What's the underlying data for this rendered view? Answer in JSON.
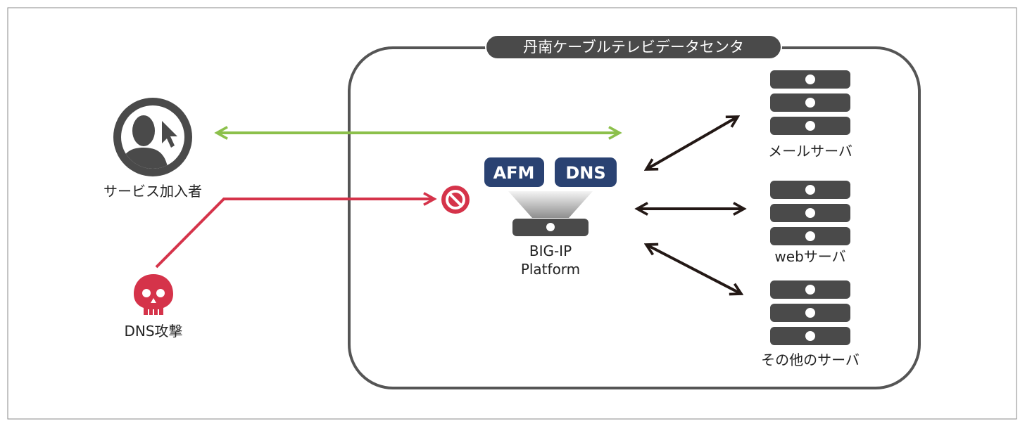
{
  "diagram": {
    "datacenter_title": "丹南ケーブルテレビデータセンタ",
    "subscriber_label": "サービス加入者",
    "attack_label": "DNS攻撃",
    "platform": {
      "badges": [
        "AFM",
        "DNS"
      ],
      "label_line1": "BIG-IP",
      "label_line2": "Platform"
    },
    "servers": [
      {
        "label": "メールサーバ"
      },
      {
        "label": "webサーバ"
      },
      {
        "label": "その他のサーバ"
      }
    ],
    "colors": {
      "frame": "#555555",
      "dark_gray": "#4a4a4a",
      "green_arrow": "#8cc04b",
      "red_arrow": "#d5334a",
      "badge_blue": "#2a4272",
      "black_arrow": "#231815"
    }
  }
}
